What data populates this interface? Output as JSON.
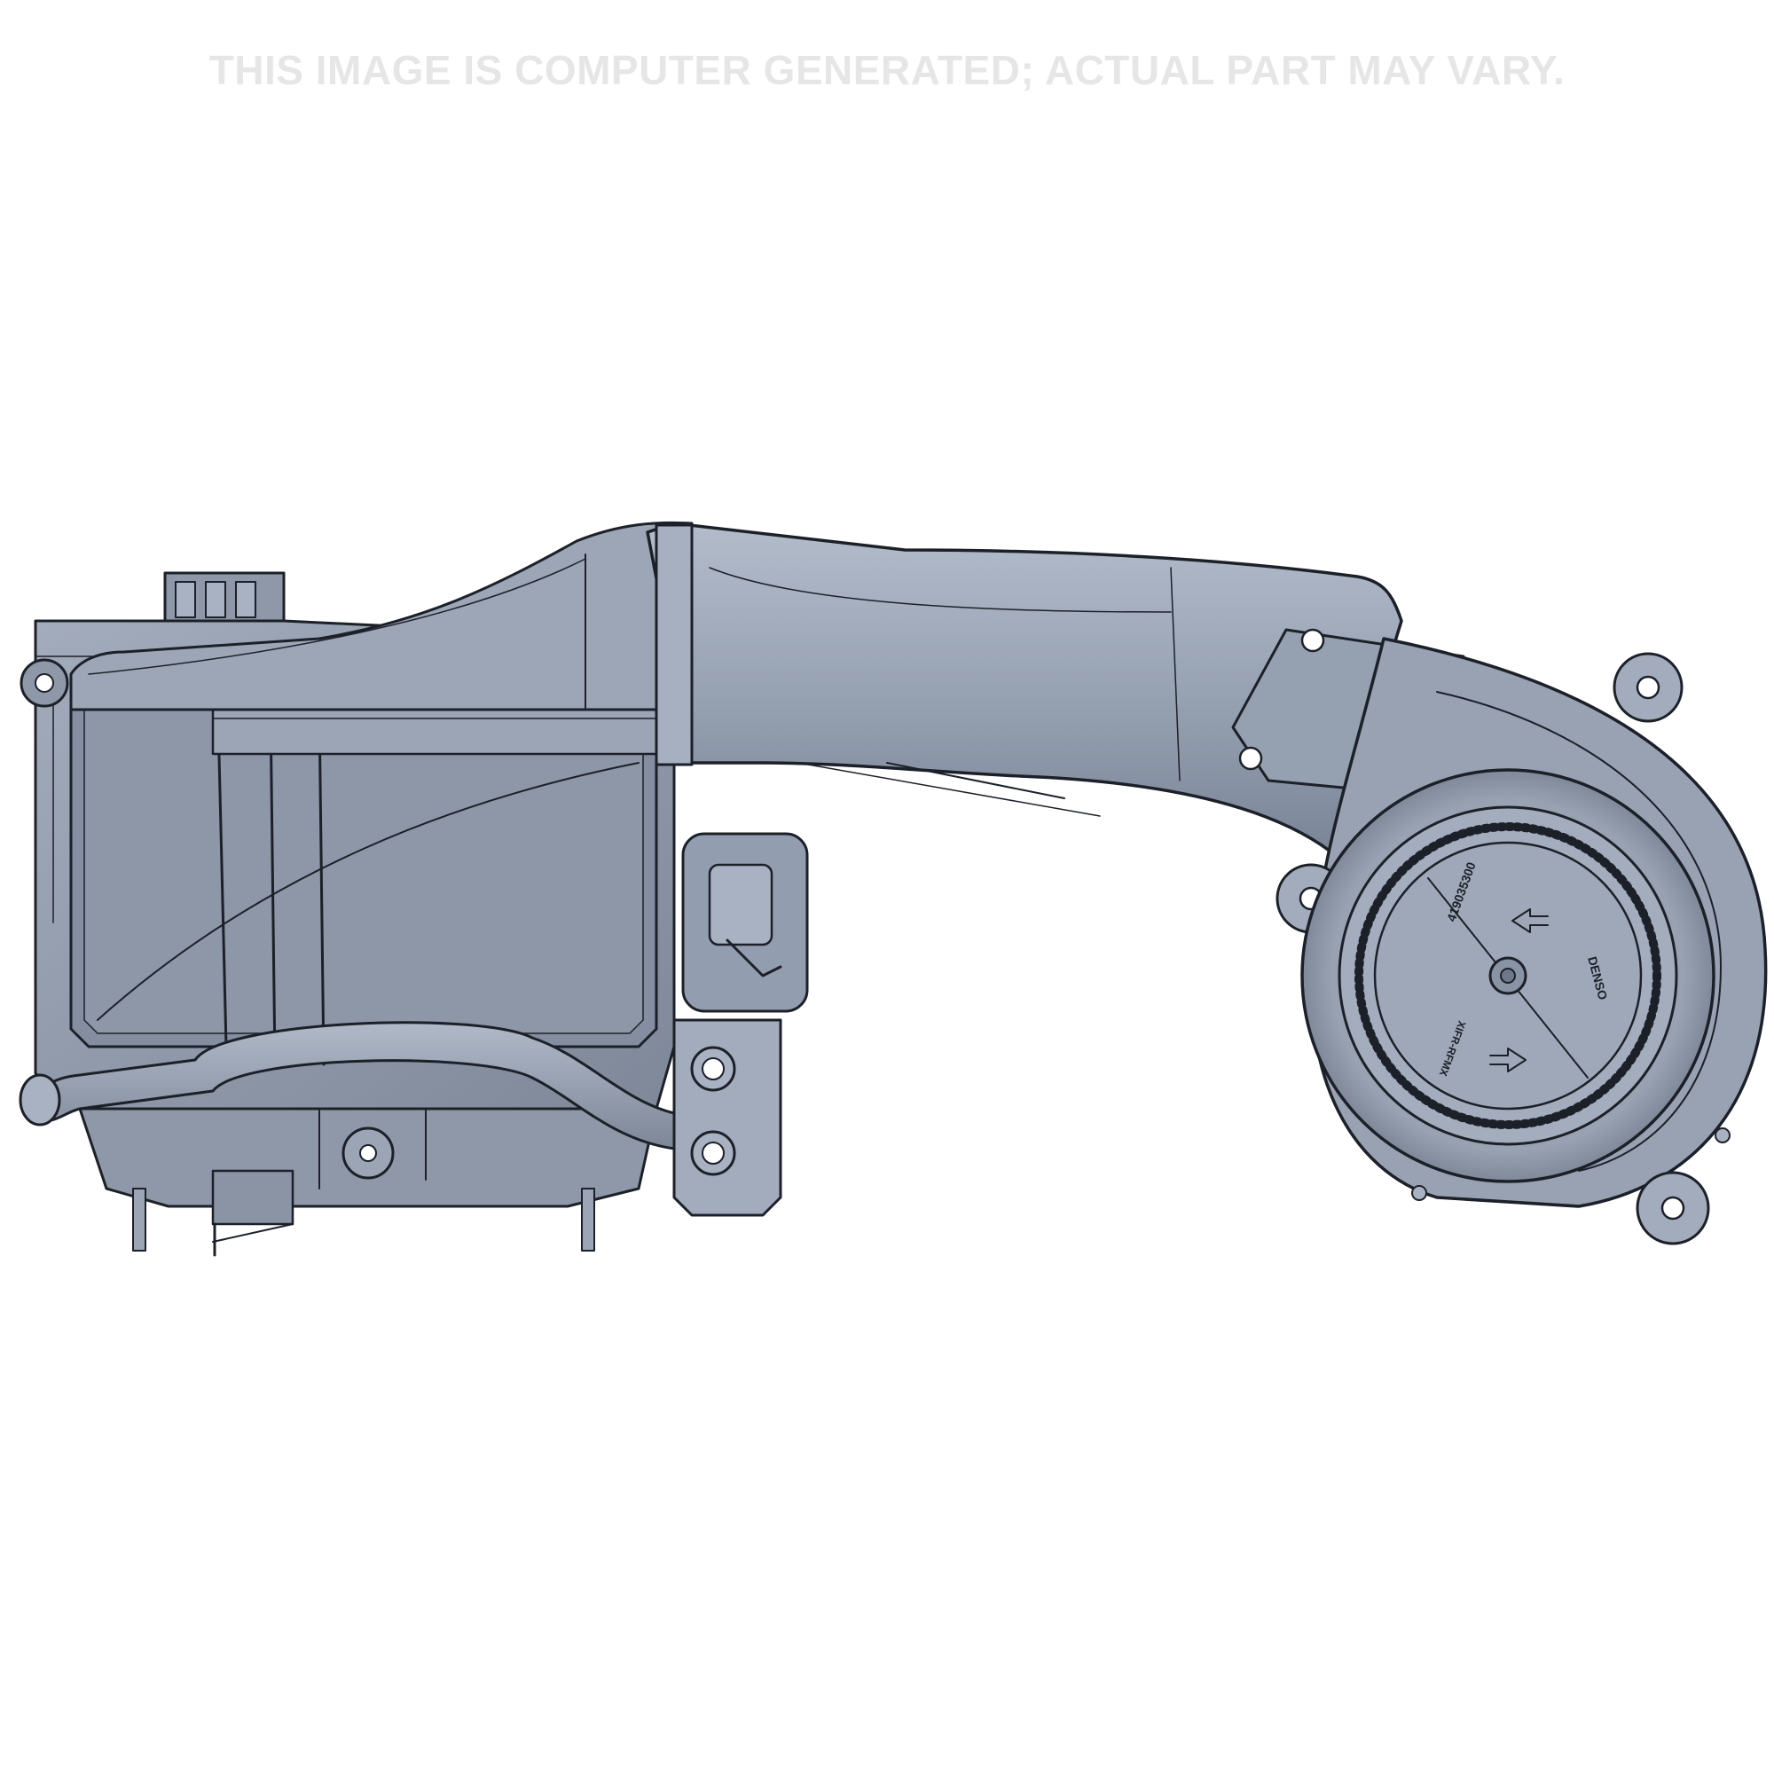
{
  "disclaimer": "THIS IMAGE IS COMPUTER GENERATED; ACTUAL PART MAY VARY.",
  "blower": {
    "brand_label": "DENSO",
    "part_number_label": "419035300",
    "marking_label": "XIFR-RFMX"
  },
  "colors": {
    "body": "#8f98a8",
    "body_light": "#a9b2c2",
    "body_dark": "#727c8e",
    "outline": "#1c2028",
    "background": "#ffffff",
    "watermark": "#e6e6e6"
  },
  "icons": {
    "fan_arrow_top": "arrow-left-icon",
    "fan_arrow_bottom": "arrow-right-icon"
  }
}
